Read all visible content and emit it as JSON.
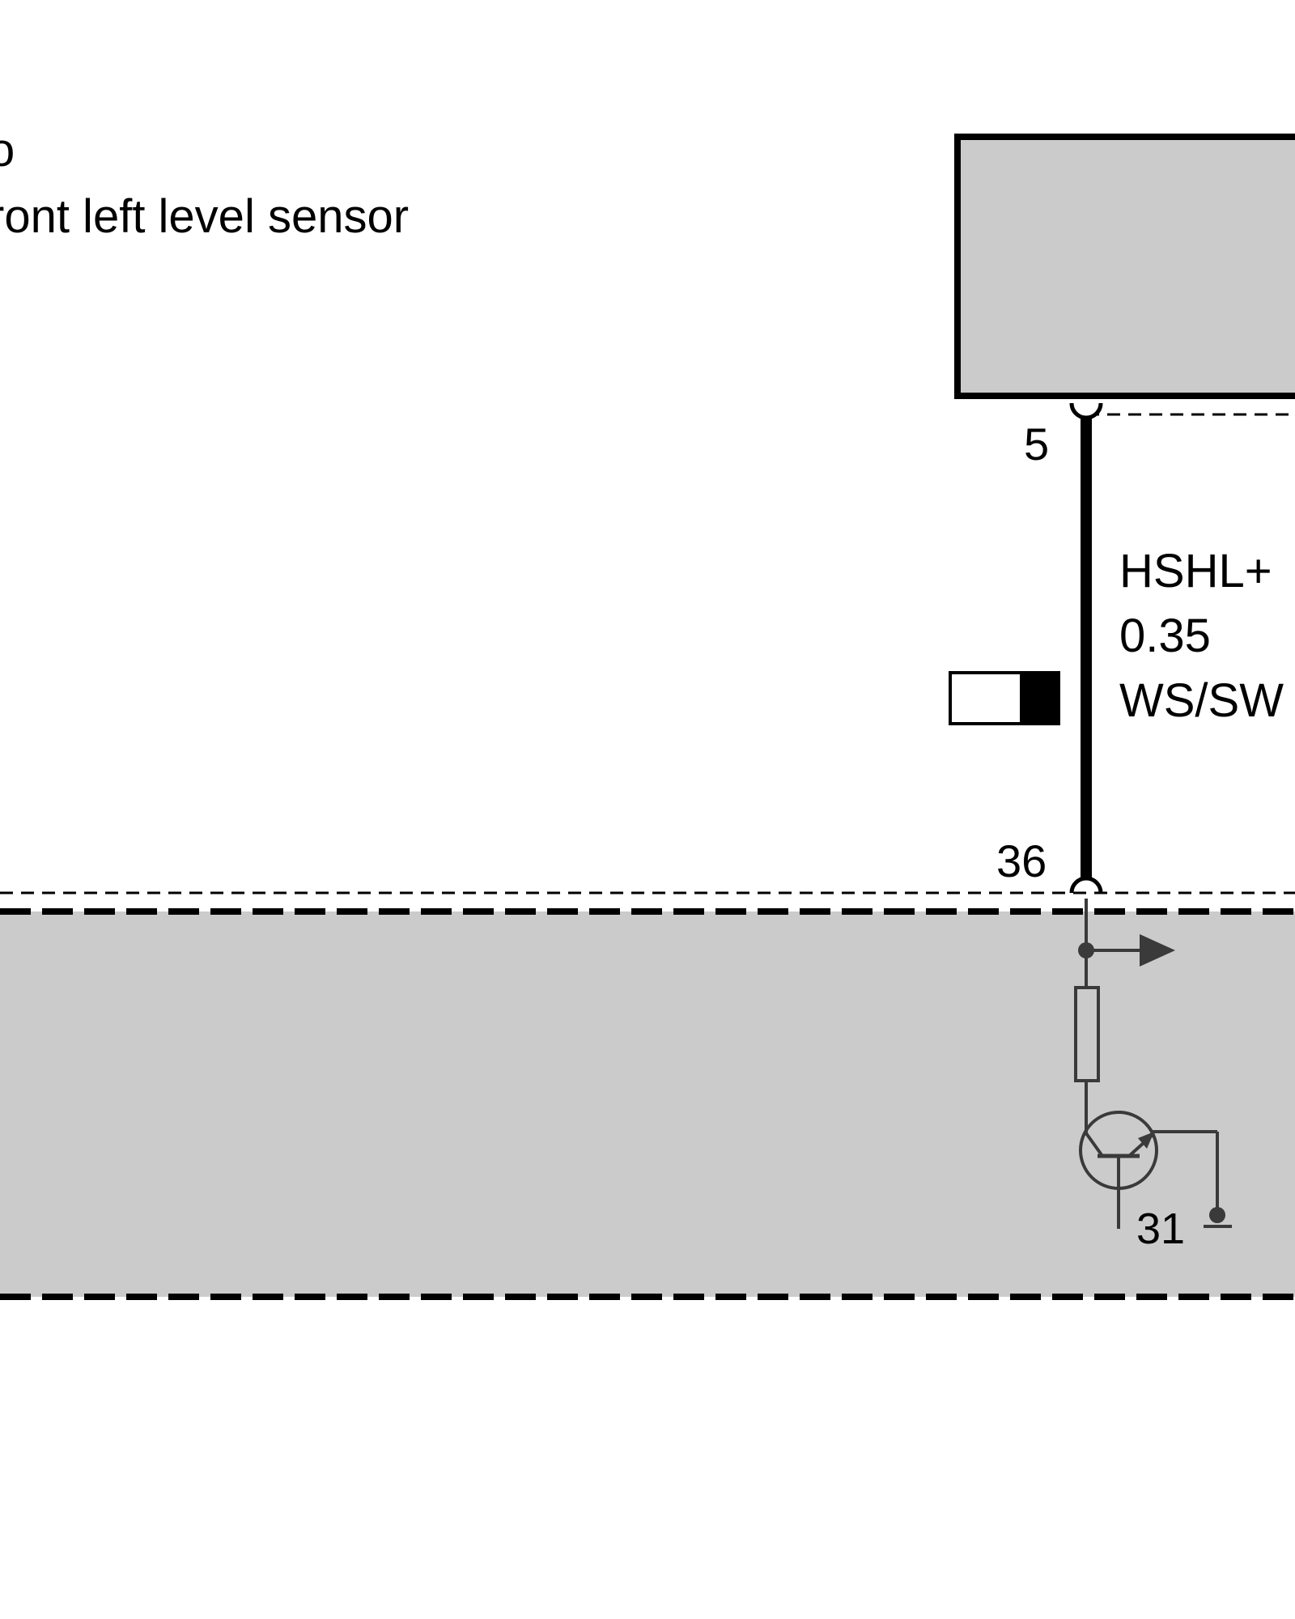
{
  "caption": {
    "line1": "o",
    "line2": "ront left level sensor"
  },
  "wire": {
    "pin_top": "5",
    "pin_bottom": "36",
    "signal": "HSHL+",
    "cross_section": "0.35",
    "color_code": "WS/SW"
  },
  "ground": {
    "terminal": "31"
  },
  "colors": {
    "component_fill": "#cbcbcb",
    "line": "#000000",
    "circuit_symbol": "#3a3a3a",
    "background": "#ffffff"
  }
}
